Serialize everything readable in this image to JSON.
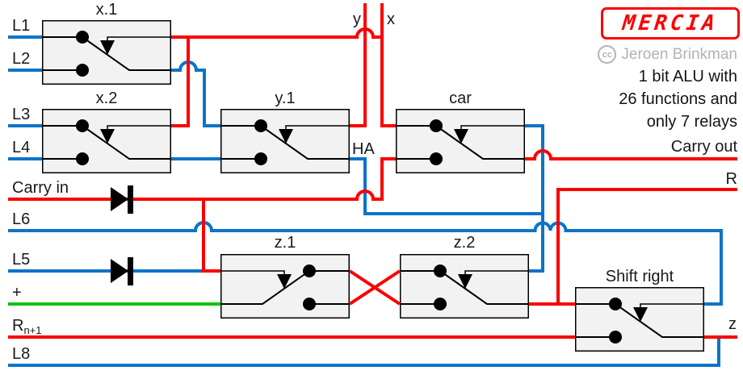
{
  "logo": {
    "brand": "MERCIA",
    "cc": "cc",
    "credit": "Jeroen Brinkman",
    "line1": "1 bit ALU with",
    "line2": "26 functions and",
    "line3": "only 7 relays"
  },
  "relays": {
    "x1": "x.1",
    "x2": "x.2",
    "y1": "y.1",
    "car": "car",
    "z1": "z.1",
    "z2": "z.2",
    "shift": "Shift right"
  },
  "labels": {
    "l1": "L1",
    "l2": "L2",
    "l3": "L3",
    "l4": "L4",
    "carry_in": "Carry in",
    "l6": "L6",
    "l5": "L5",
    "plus": "+",
    "rn1_base": "R",
    "rn1_sub": "n+1",
    "l8": "L8",
    "y": "y",
    "x": "x",
    "carry_out": "Carry out",
    "r_out": "R",
    "z_out": "z",
    "ha": "HA"
  },
  "colors": {
    "wire_red": "#fb0000",
    "wire_blue": "#0c74c8",
    "wire_green": "#15c115",
    "relay_fill": "#f2f2f2",
    "outline": "#000000",
    "credit_gray": "#b3b3b3"
  }
}
